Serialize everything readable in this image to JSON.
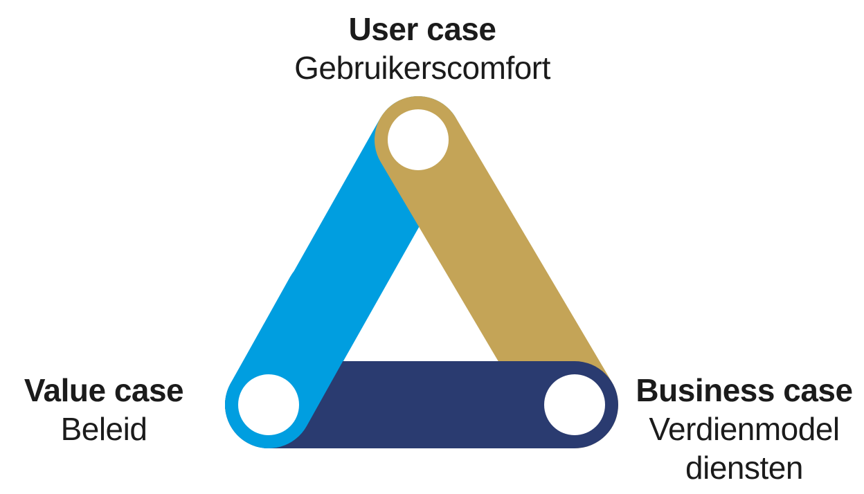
{
  "diagram": {
    "type": "interlocking-triangle",
    "colors": {
      "blue": "#009EE0",
      "gold": "#C4A457",
      "navy": "#2A3B70",
      "hole": "#FFFFFF",
      "text": "#1B1B1B",
      "background": "#FFFFFF"
    },
    "bars": [
      {
        "name": "blue-bar",
        "from": "value-case",
        "to": "user-case",
        "color": "#009EE0"
      },
      {
        "name": "gold-bar",
        "from": "user-case",
        "to": "business-case",
        "color": "#C4A457"
      },
      {
        "name": "navy-bar",
        "from": "business-case",
        "to": "value-case",
        "color": "#2A3B70"
      }
    ]
  },
  "labels": {
    "top": {
      "title": "User case",
      "subtitle": "Gebruikerscomfort"
    },
    "left": {
      "title": "Value case",
      "subtitle": "Beleid"
    },
    "right": {
      "title": "Business case",
      "subtitle": "Verdienmodel",
      "subtitle2": "diensten"
    }
  }
}
